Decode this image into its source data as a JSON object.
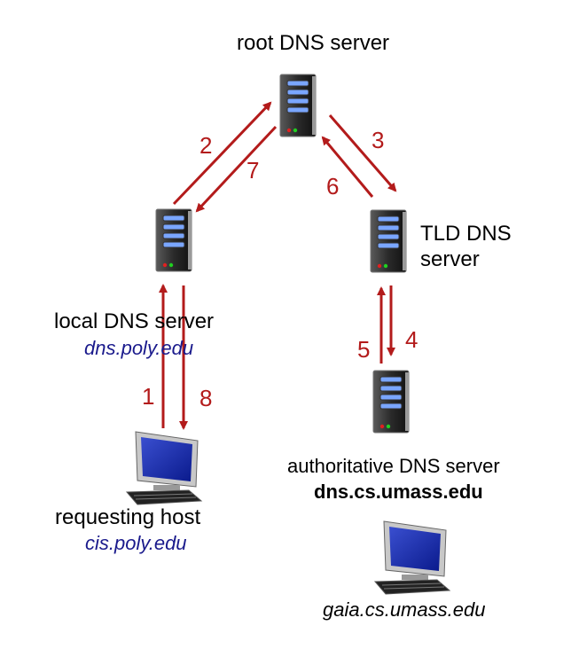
{
  "colors": {
    "arrow": "#b31b1b",
    "host_text": "#1a1a8c"
  },
  "root": {
    "label": "root DNS server"
  },
  "tld": {
    "label_line1": "TLD DNS",
    "label_line2": "server"
  },
  "local": {
    "label": "local DNS server",
    "host": "dns.poly.edu"
  },
  "authoritative": {
    "label": "authoritative DNS server",
    "host": "dns.cs.umass.edu"
  },
  "requesting": {
    "label": "requesting host",
    "host": "cis.poly.edu"
  },
  "target": {
    "host": "gaia.cs.umass.edu"
  },
  "steps": [
    "1",
    "2",
    "3",
    "4",
    "5",
    "6",
    "7",
    "8"
  ]
}
